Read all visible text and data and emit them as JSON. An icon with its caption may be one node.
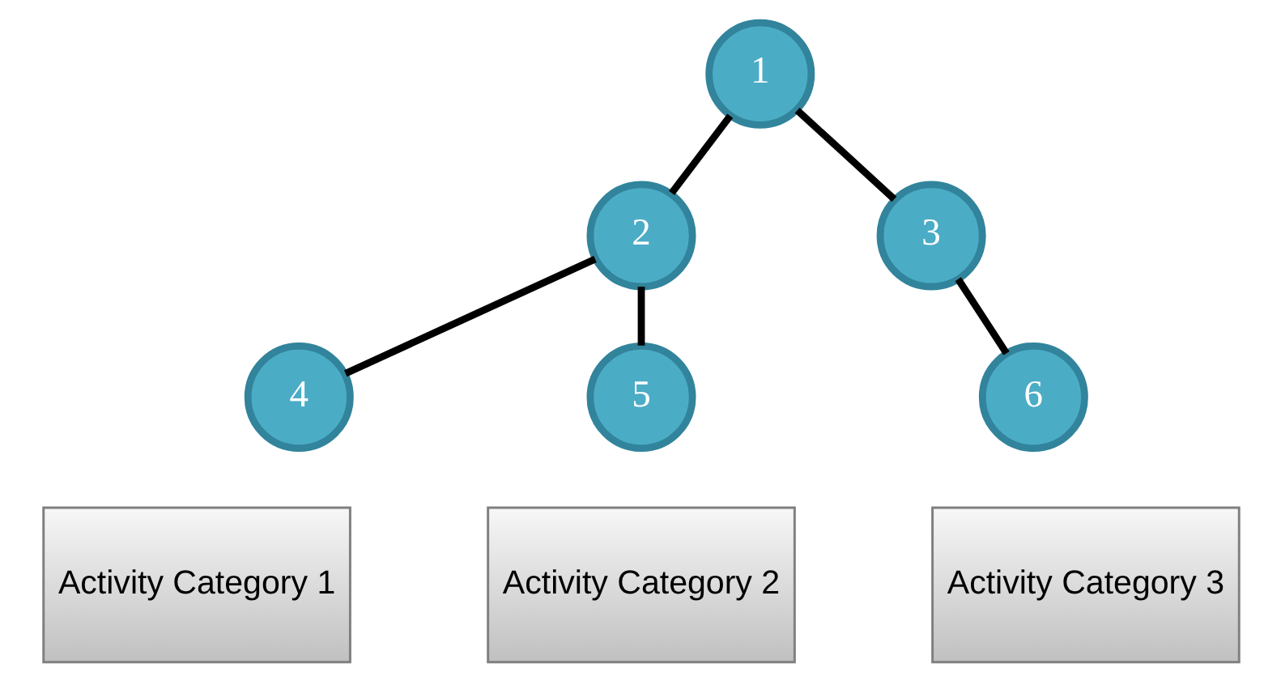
{
  "diagram": {
    "nodes": [
      {
        "text": [
          "1"
        ]
      },
      {
        "text": [
          "2"
        ]
      },
      {
        "text": [
          "3"
        ]
      },
      {
        "text": [
          "4"
        ]
      },
      {
        "text": [
          "5"
        ]
      },
      {
        "text": [
          "6"
        ]
      },
      {
        "text": [
          "Activity Category 1"
        ]
      },
      {
        "text": [
          "Activity Category 2"
        ]
      },
      {
        "text": [
          "Activity Category 3"
        ]
      }
    ],
    "edges": [
      {
        "from": 0,
        "to": 1,
        "arrow": "none"
      },
      {
        "from": 0,
        "to": 2,
        "arrow": "none"
      },
      {
        "from": 1,
        "to": 3,
        "arrow": "none"
      },
      {
        "from": 1,
        "to": 4,
        "arrow": "none"
      },
      {
        "from": 2,
        "to": 5,
        "arrow": "none"
      }
    ]
  }
}
